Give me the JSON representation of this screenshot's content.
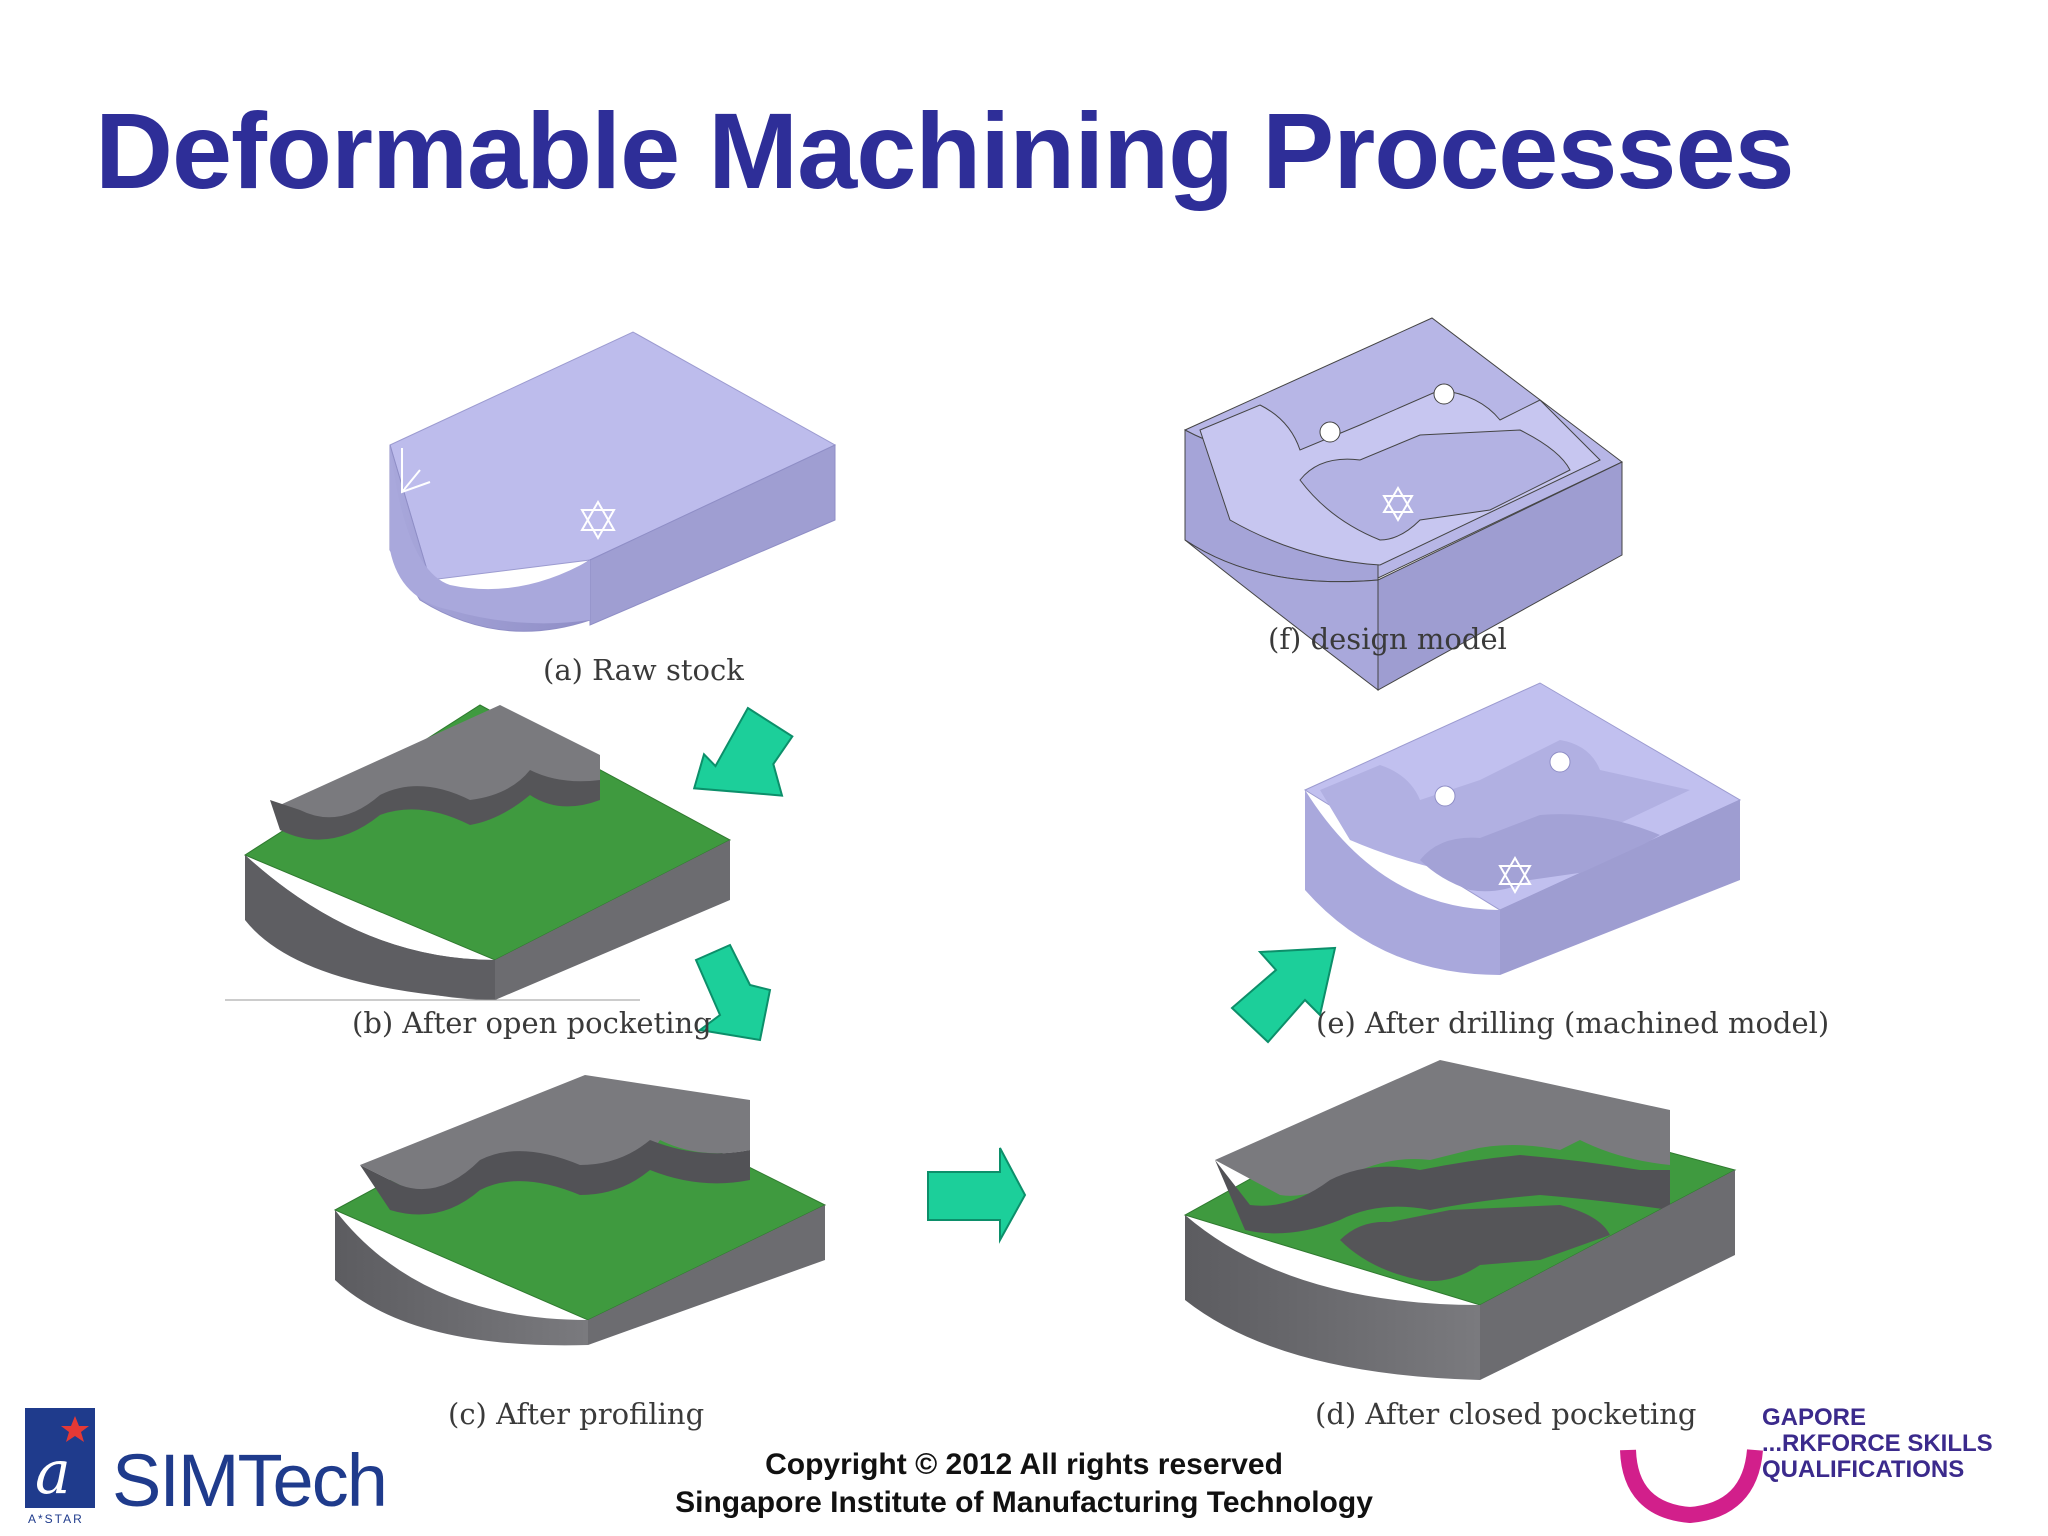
{
  "title": "Deformable Machining Processes",
  "captions": {
    "a": "(a) Raw stock",
    "b": "(b) After open pocketing",
    "c": "(c) After profiling",
    "d": "(d) After closed pocketing",
    "e": "(e) After drilling (machined model)",
    "f": "(f) design model"
  },
  "footer": {
    "line1": "Copyright © 2012 All rights reserved",
    "line2": "Singapore Institute of Manufacturing Technology"
  },
  "logos": {
    "simtech": "SIMTech",
    "astar": "A*STAR",
    "wsq_line1": "GAPORE",
    "wsq_line2": "...RKFORCE SKILLS",
    "wsq_line3": "QUALIFICATIONS"
  },
  "colors": {
    "title": "#2e2e98",
    "stock_purple": "#b9b8e8",
    "machined_green": "#3f9a3f",
    "wall_gray": "#6f6f72",
    "arrow_teal": "#1ccf9a"
  }
}
